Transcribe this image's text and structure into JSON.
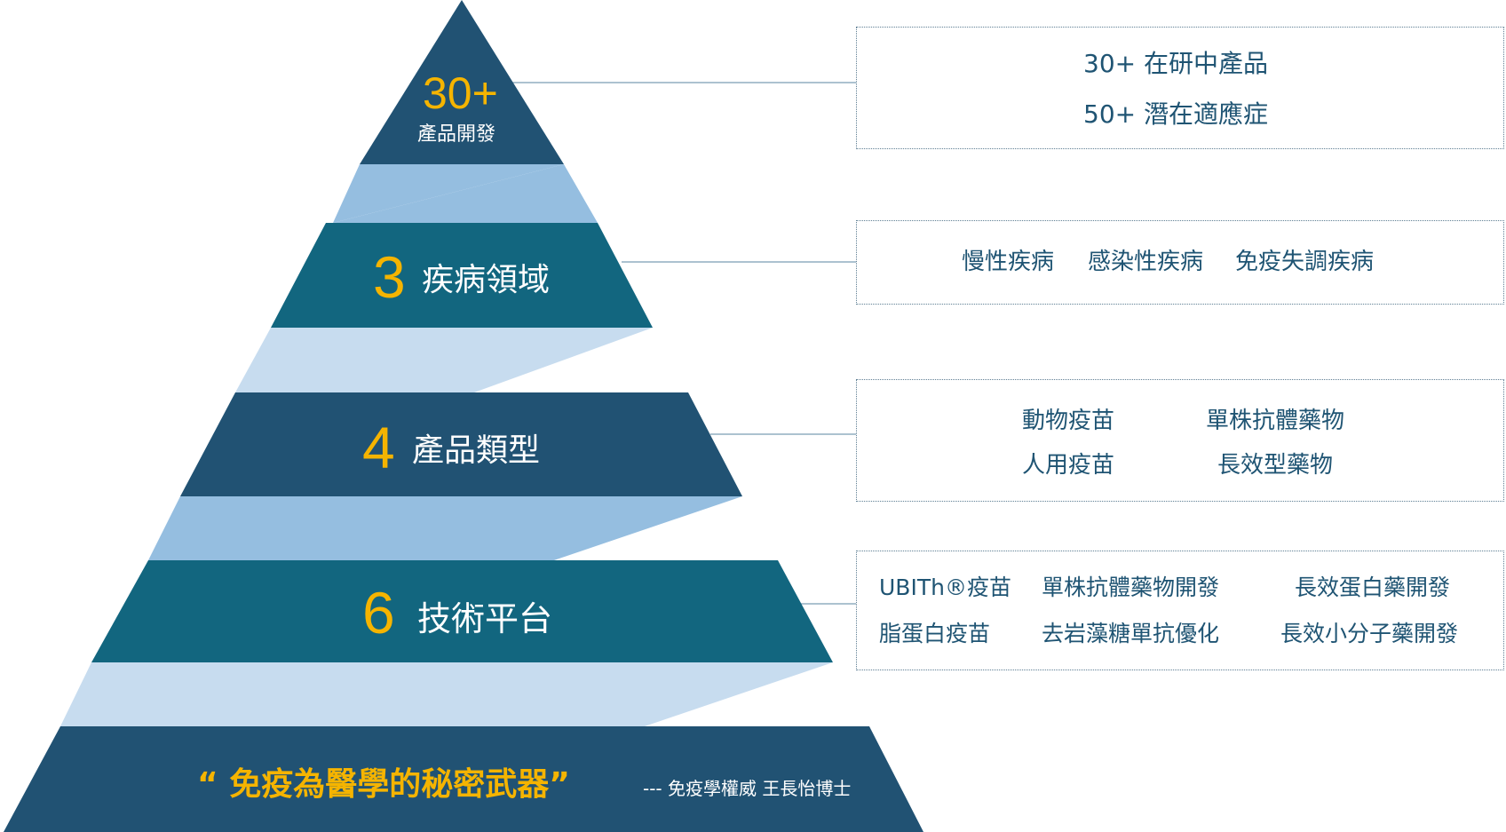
{
  "colors": {
    "dark_tier": "#215273",
    "teal_tier": "#12667f",
    "band_medium": "#95bee0",
    "band_light": "#c7dcef",
    "highlight": "#f5b400",
    "box_text": "#1f5473",
    "connector": "#7b9db4"
  },
  "pyramid": {
    "tier1": {
      "number": "30+",
      "label": "產品開發"
    },
    "tier2": {
      "number": "3",
      "label": "疾病領域"
    },
    "tier3": {
      "number": "4",
      "label": "產品類型"
    },
    "tier4": {
      "number": "6",
      "label": "技術平台"
    },
    "base": {
      "quote": "“ 免疫為醫學的秘密武器”",
      "attribution": "--- 免疫學權威 王長怡博士"
    }
  },
  "boxes": {
    "products": {
      "line1": "30+ 在研中產品",
      "line2": "50+ 潛在適應症"
    },
    "diseases": {
      "items": [
        "慢性疾病",
        "感染性疾病",
        "免疫失調疾病"
      ]
    },
    "types": {
      "items": [
        "動物疫苗",
        "單株抗體藥物",
        "人用疫苗",
        "長效型藥物"
      ]
    },
    "platforms": {
      "items": [
        "UBITh®疫苗",
        "單株抗體藥物開發",
        "長效蛋白藥開發",
        "脂蛋白疫苗",
        "去岩藻糖單抗優化",
        "長效小分子藥開發"
      ]
    }
  }
}
